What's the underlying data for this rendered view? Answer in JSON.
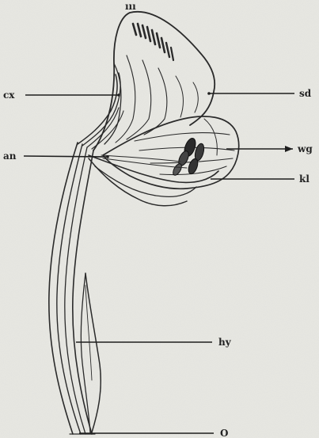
{
  "figure": {
    "labels": {
      "cx": "cx",
      "sd": "sd",
      "an": "an",
      "wg": "wg",
      "kl": "kl",
      "hy": "hy",
      "o": "O"
    }
  }
}
